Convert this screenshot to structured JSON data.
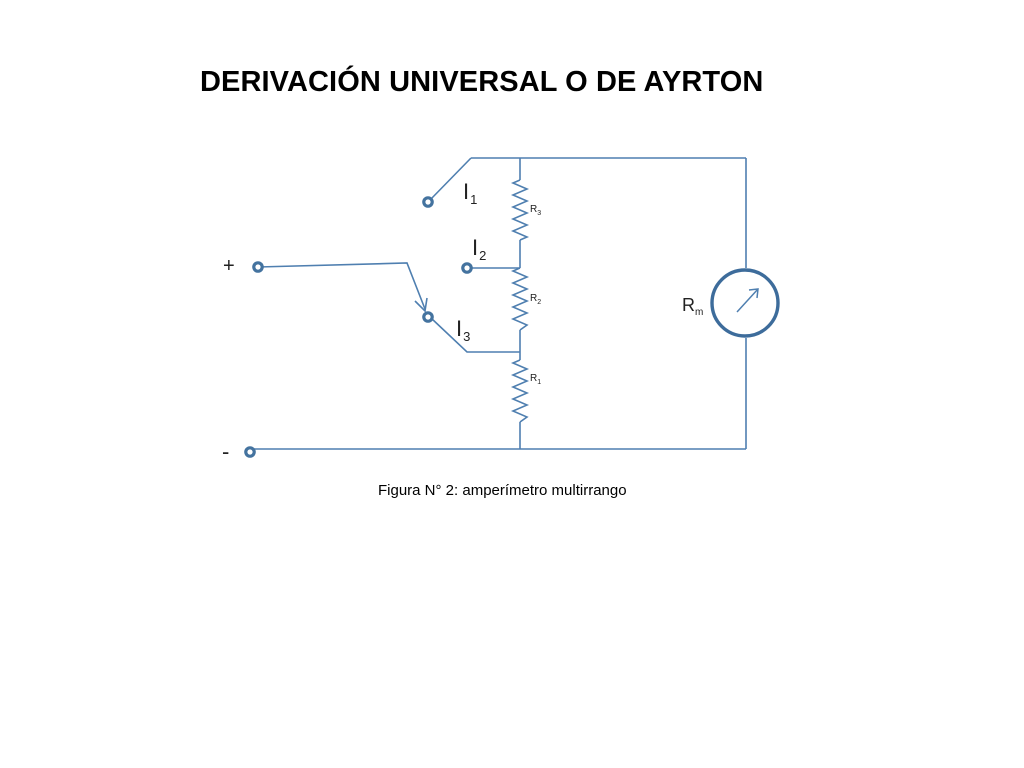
{
  "title": "DERIVACIÓN UNIVERSAL O DE AYRTON",
  "caption": "Figura N° 2: amperímetro multirrango",
  "terminals": {
    "positive": "+",
    "negative": "-"
  },
  "switch_positions": [
    {
      "base": "I",
      "sub": "1"
    },
    {
      "base": "I",
      "sub": "2"
    },
    {
      "base": "I",
      "sub": "3"
    }
  ],
  "resistors": [
    {
      "base": "R",
      "sub": "3"
    },
    {
      "base": "R",
      "sub": "2"
    },
    {
      "base": "R",
      "sub": "1"
    }
  ],
  "meter": {
    "base": "R",
    "sub": "m",
    "icon": "galvanometer-icon"
  },
  "colors": {
    "wire": "#4f7fb0",
    "node": "#44739f"
  }
}
